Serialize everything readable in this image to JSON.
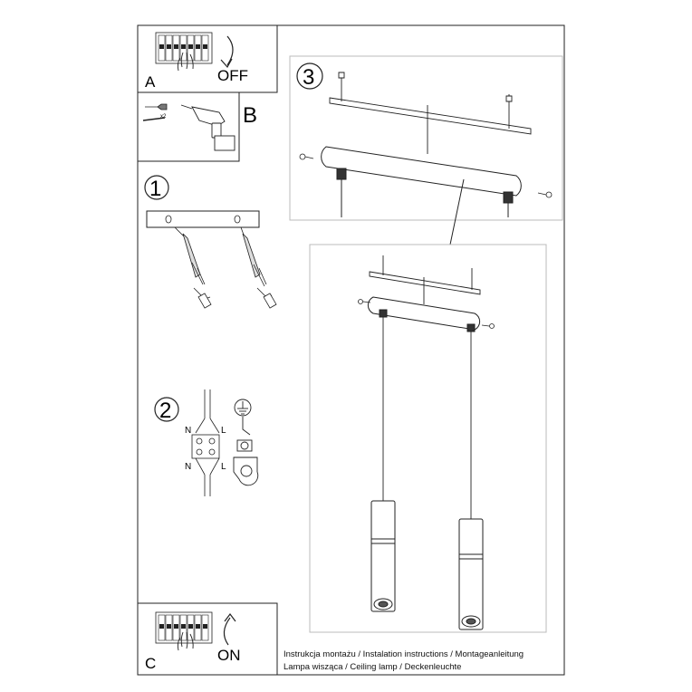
{
  "panels": {
    "a": {
      "letter": "A",
      "status": "OFF"
    },
    "b": {
      "letter": "B",
      "multiplier": "x2"
    },
    "step1": {
      "number": "1"
    },
    "step2": {
      "number": "2",
      "wire_n_top": "N",
      "wire_l_top": "L",
      "wire_n_bottom": "N",
      "wire_l_bottom": "L"
    },
    "step3": {
      "number": "3"
    },
    "c": {
      "letter": "C",
      "status": "ON"
    }
  },
  "footer": {
    "line1": "Instrukcja montażu / Instalation instructions / Montageanleitung",
    "line2": "Lampa wisząca / Ceiling lamp / Deckenleuchte"
  }
}
